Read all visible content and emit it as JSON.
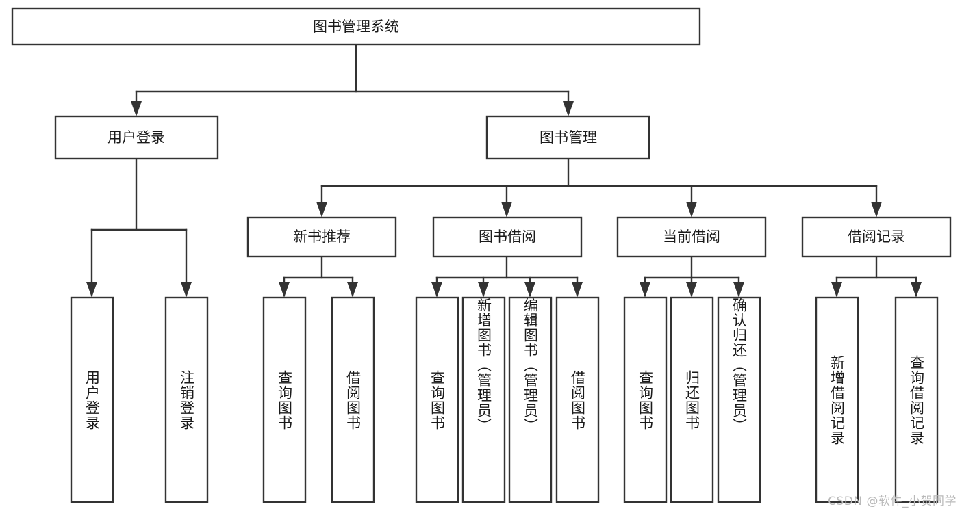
{
  "diagram": {
    "type": "tree-hierarchy",
    "title": "图书管理系统",
    "orientation": "top-down",
    "watermark": "CSDN @软件_小贺同学",
    "colors": {
      "box_stroke": "#333333",
      "box_fill": "#ffffff",
      "connector": "#333333",
      "text": "#1a1a1a",
      "watermark": "#b9b9b9",
      "background": "#ffffff"
    },
    "nodes": {
      "root": {
        "label": "图书管理系统",
        "level": 1
      },
      "user_login": {
        "label": "用户登录",
        "level": 2
      },
      "book_manage": {
        "label": "图书管理",
        "level": 2
      },
      "new_book_rec": {
        "label": "新书推荐",
        "level": 3
      },
      "book_borrow": {
        "label": "图书借阅",
        "level": 3
      },
      "current_borrow": {
        "label": "当前借阅",
        "level": 3
      },
      "borrow_record": {
        "label": "借阅记录",
        "level": 3
      },
      "leaf_user_login": {
        "label": "用户登录",
        "level": 3
      },
      "leaf_logout": {
        "label": "注销登录",
        "level": 3
      },
      "leaf_query_book_1": {
        "label": "查询图书",
        "level": 4
      },
      "leaf_borrow_book_1": {
        "label": "借阅图书",
        "level": 4
      },
      "leaf_query_book_2": {
        "label": "查询图书",
        "level": 4
      },
      "leaf_add_book": {
        "label": "新增图书（管理员）",
        "level": 4
      },
      "leaf_edit_book": {
        "label": "编辑图书（管理员）",
        "level": 4
      },
      "leaf_borrow_book_2": {
        "label": "借阅图书",
        "level": 4
      },
      "leaf_query_book_3": {
        "label": "查询图书",
        "level": 4
      },
      "leaf_return_book": {
        "label": "归还图书",
        "level": 4
      },
      "leaf_confirm_return": {
        "label": "确认归还（管理员）",
        "level": 4
      },
      "leaf_add_record": {
        "label": "新增借阅记录",
        "level": 4
      },
      "leaf_query_record": {
        "label": "查询借阅记录",
        "level": 4
      }
    },
    "edges": [
      {
        "from": "root",
        "to": "user_login"
      },
      {
        "from": "root",
        "to": "book_manage"
      },
      {
        "from": "user_login",
        "to": "leaf_user_login"
      },
      {
        "from": "user_login",
        "to": "leaf_logout"
      },
      {
        "from": "book_manage",
        "to": "new_book_rec"
      },
      {
        "from": "book_manage",
        "to": "book_borrow"
      },
      {
        "from": "book_manage",
        "to": "current_borrow"
      },
      {
        "from": "book_manage",
        "to": "borrow_record"
      },
      {
        "from": "new_book_rec",
        "to": "leaf_query_book_1"
      },
      {
        "from": "new_book_rec",
        "to": "leaf_borrow_book_1"
      },
      {
        "from": "book_borrow",
        "to": "leaf_query_book_2"
      },
      {
        "from": "book_borrow",
        "to": "leaf_add_book"
      },
      {
        "from": "book_borrow",
        "to": "leaf_edit_book"
      },
      {
        "from": "book_borrow",
        "to": "leaf_borrow_book_2"
      },
      {
        "from": "current_borrow",
        "to": "leaf_query_book_3"
      },
      {
        "from": "current_borrow",
        "to": "leaf_return_book"
      },
      {
        "from": "current_borrow",
        "to": "leaf_confirm_return"
      },
      {
        "from": "borrow_record",
        "to": "leaf_add_record"
      },
      {
        "from": "borrow_record",
        "to": "leaf_query_record"
      }
    ]
  }
}
